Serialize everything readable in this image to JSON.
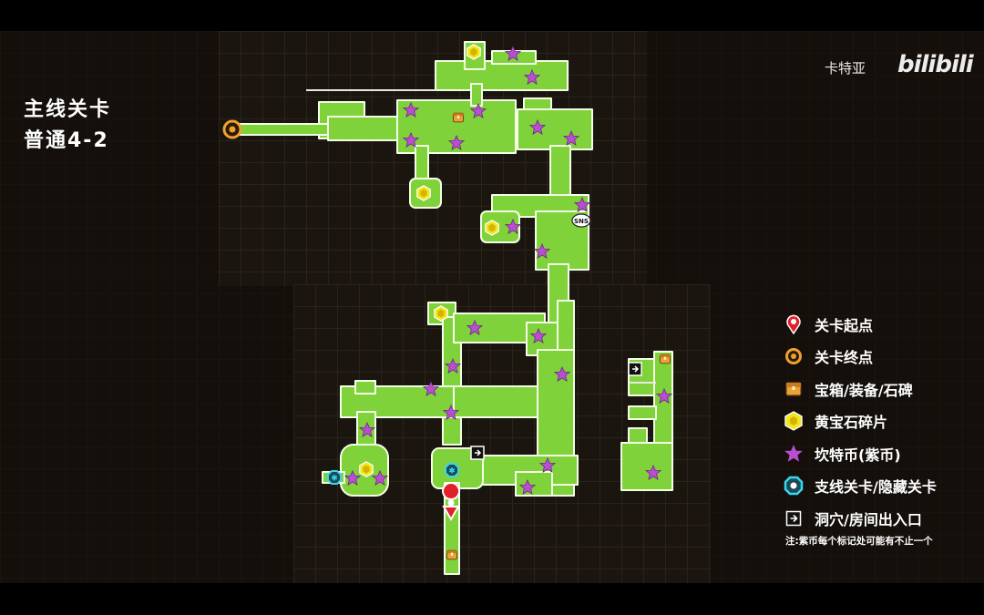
{
  "level": {
    "line1": "主线关卡",
    "line2": "普通4-2"
  },
  "watermark": {
    "author": "卡特亚",
    "logo": "bilibili"
  },
  "legend": {
    "items": [
      {
        "icon": "start-pin-icon",
        "label": "关卡起点"
      },
      {
        "icon": "goal-ring-icon",
        "label": "关卡终点"
      },
      {
        "icon": "chest-icon",
        "label": "宝箱/装备/石碑"
      },
      {
        "icon": "yellow-gem-icon",
        "label": "黄宝石碎片"
      },
      {
        "icon": "purple-star-icon",
        "label": "坎特币(紫币)"
      },
      {
        "icon": "side-stage-icon",
        "label": "支线关卡/隐藏关卡"
      },
      {
        "icon": "door-icon",
        "label": "洞穴/房间出入口"
      }
    ],
    "note": "注:紫币每个标记处可能有不止一个"
  },
  "map_labels": {
    "sns": "SNS"
  },
  "colors": {
    "floor": "#7fd23a",
    "floor_edge": "#ffffff",
    "star": "#b84fd0",
    "gem": "#f5e51c",
    "pin": "#e2202a",
    "goal": "#f0a030",
    "side": "#37d7f0"
  }
}
